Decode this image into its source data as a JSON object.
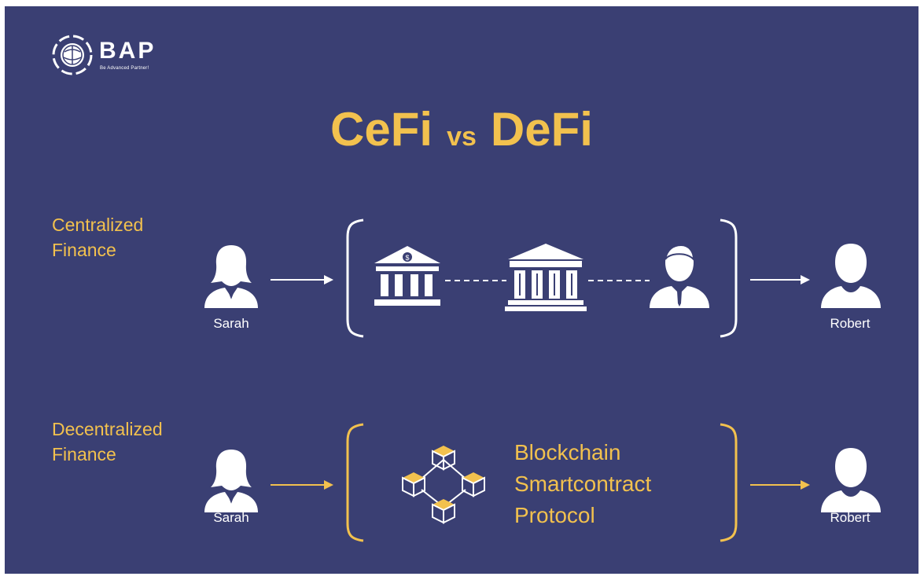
{
  "brand": {
    "name": "BAP",
    "tagline": "Be Advanced Partner!"
  },
  "title": {
    "left": "CeFi",
    "middle": "vs",
    "right": "DeFi"
  },
  "centralized": {
    "label_line1": "Centralized",
    "label_line2": "Finance",
    "sender": "Sarah",
    "receiver": "Robert",
    "intermediaries": [
      "bank-icon",
      "institution-icon",
      "banker-icon"
    ]
  },
  "decentralized": {
    "label_line1": "Decentralized",
    "label_line2": "Finance",
    "sender": "Sarah",
    "receiver": "Robert",
    "layers": [
      "Blockchain",
      "Smartcontract",
      "Protocol"
    ]
  },
  "colors": {
    "background": "#3a3f73",
    "accent": "#f2c14e",
    "white": "#ffffff"
  }
}
